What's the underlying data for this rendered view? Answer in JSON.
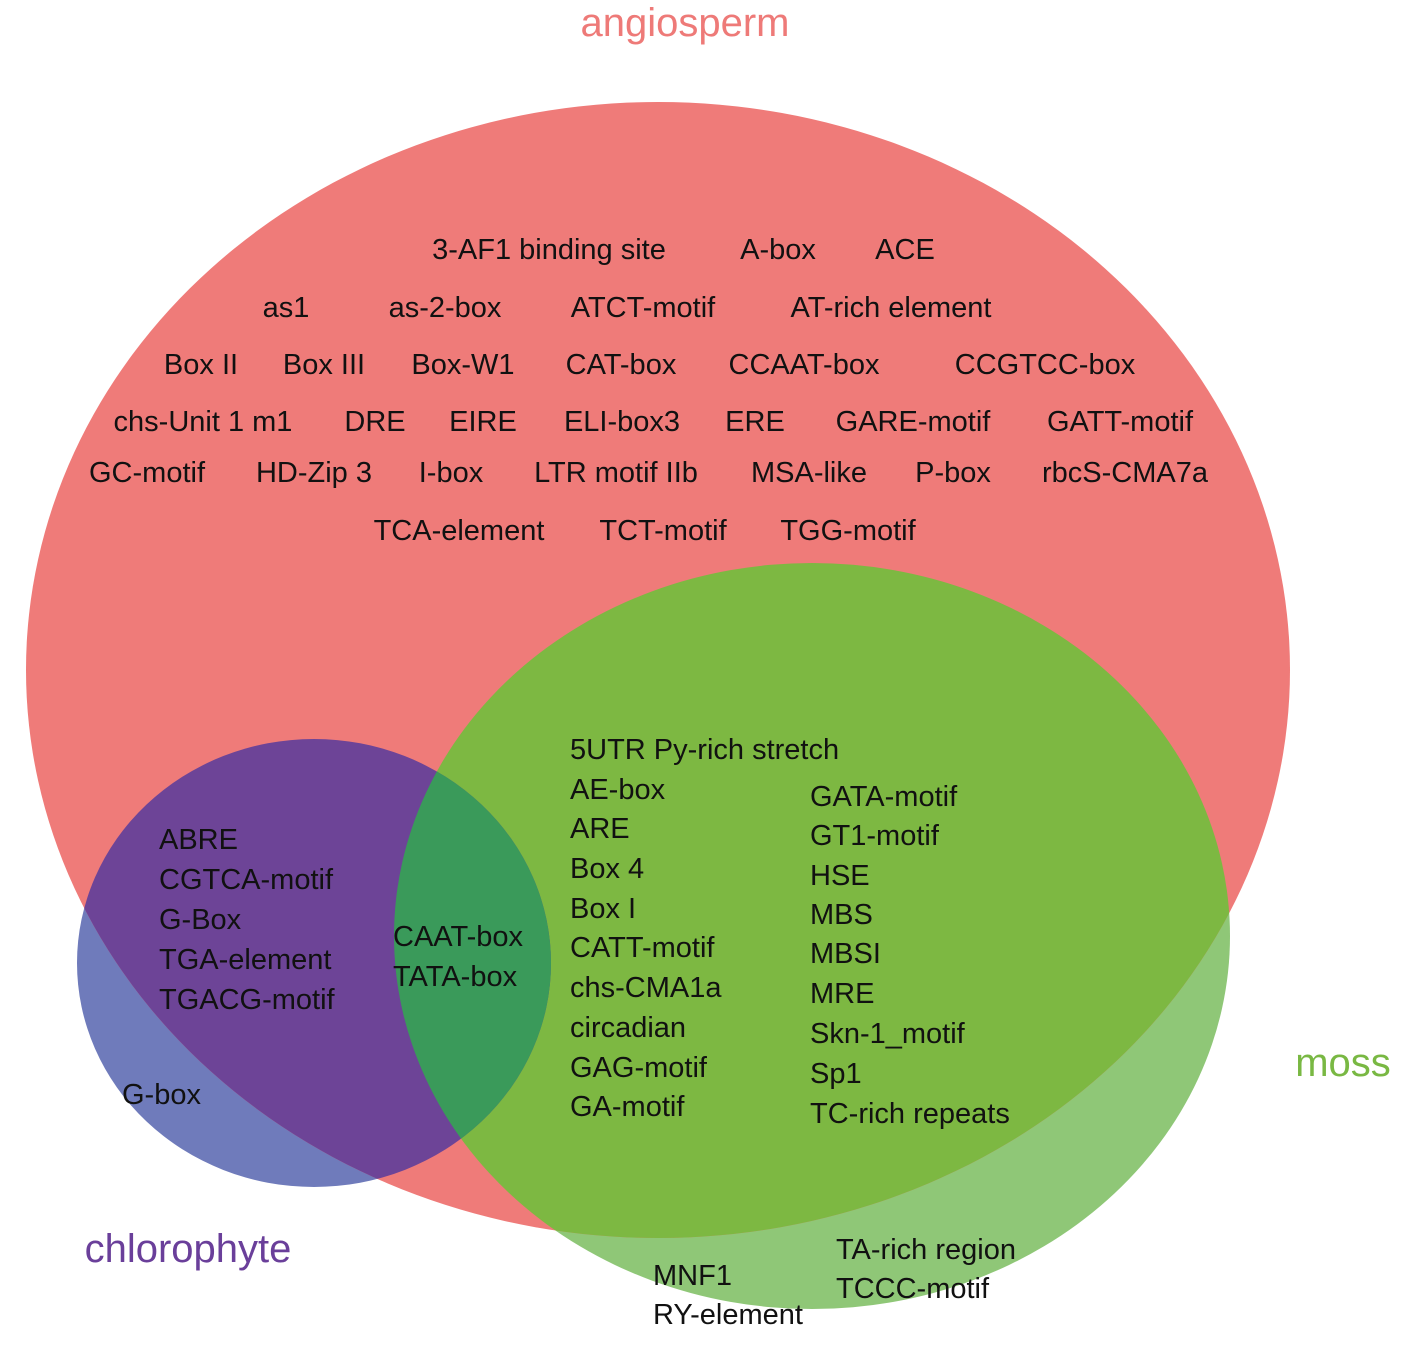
{
  "colors": {
    "angiosperm": "#ef7b79",
    "moss_only": "#8fc777",
    "angiosperm_moss": "#7db842",
    "chlorophyte_only": "#6f7bbb",
    "angiosperm_chlorophyte": "#6d4497",
    "all_three": "#3a9a5a",
    "angiosperm_label": "#ee7a78",
    "moss_label": "#79b843",
    "chlorophyte_label": "#6a3f9a"
  },
  "sets": {
    "angiosperm": "angiosperm",
    "moss": "moss",
    "chlorophyte": "chlorophyte"
  },
  "regions": {
    "angiosperm_only": [
      [
        "3-AF1 binding site",
        "A-box",
        "ACE"
      ],
      [
        "as1",
        "as-2-box",
        "ATCT-motif",
        "AT-rich element"
      ],
      [
        "Box II",
        "Box III",
        "Box-W1",
        "CAT-box",
        "CCAAT-box",
        "CCGTCC-box"
      ],
      [
        "chs-Unit 1 m1",
        "DRE",
        "EIRE",
        "ELI-box3",
        "ERE",
        "GARE-motif",
        "GATT-motif"
      ],
      [
        "GC-motif",
        "HD-Zip 3",
        "I-box",
        "LTR motif IIb",
        "MSA-like",
        "P-box",
        "rbcS-CMA7a"
      ],
      [
        "TCA-element",
        "TCT-motif",
        "TGG-motif"
      ]
    ],
    "angiosperm_chlorophyte": [
      "ABRE",
      "CGTCA-motif",
      "G-Box",
      "TGA-element",
      "TGACG-motif"
    ],
    "chlorophyte_only": [
      "G-box"
    ],
    "all_three": [
      "CAAT-box",
      "TATA-box"
    ],
    "angiosperm_moss_col1": [
      "5UTR Py-rich stretch",
      "AE-box",
      "ARE",
      "Box 4",
      "Box I",
      "CATT-motif",
      "chs-CMA1a",
      "circadian",
      "GAG-motif",
      "GA-motif"
    ],
    "angiosperm_moss_col2": [
      "GATA-motif",
      "GT1-motif",
      "HSE",
      "MBS",
      "MBSI",
      "MRE",
      "Skn-1_motif",
      "Sp1",
      "TC-rich repeats"
    ],
    "moss_only_col1": [
      "MNF1",
      "RY-element"
    ],
    "moss_only_col2": [
      "TA-rich region",
      "TCCC-motif"
    ]
  }
}
